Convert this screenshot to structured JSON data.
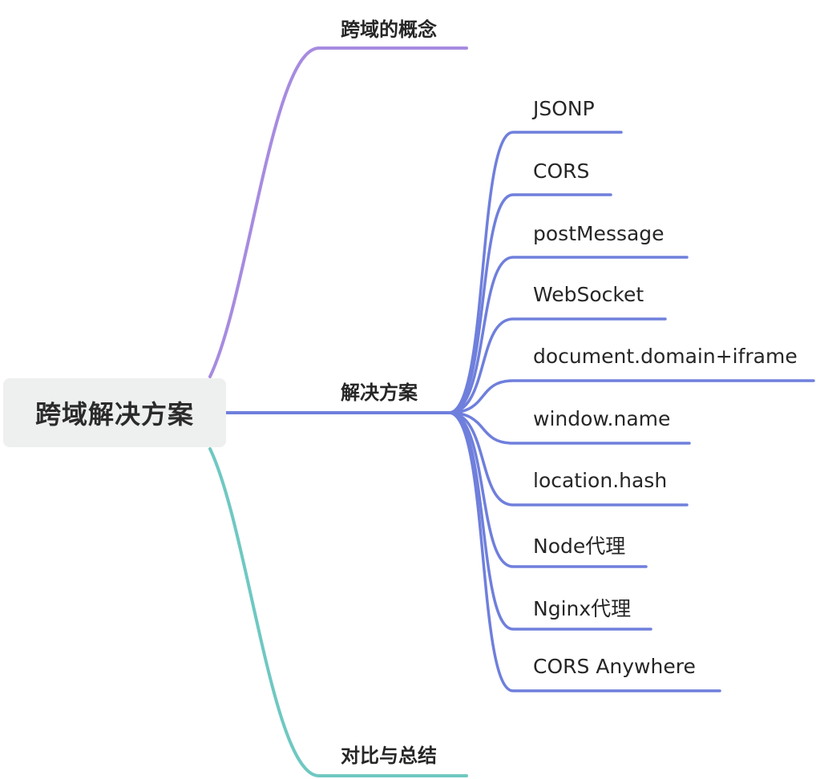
{
  "root": {
    "label": "跨域解决方案"
  },
  "branches": [
    {
      "label": "跨域的概念",
      "color": "#a78be0"
    },
    {
      "label": "解决方案",
      "color": "#6f7fdc",
      "children": [
        "JSONP",
        "CORS",
        "postMessage",
        "WebSocket",
        "document.domain+iframe",
        "window.name",
        "location.hash",
        "Node代理",
        "Nginx代理",
        "CORS Anywhere"
      ]
    },
    {
      "label": "对比与总结",
      "color": "#6fc8c2"
    }
  ]
}
